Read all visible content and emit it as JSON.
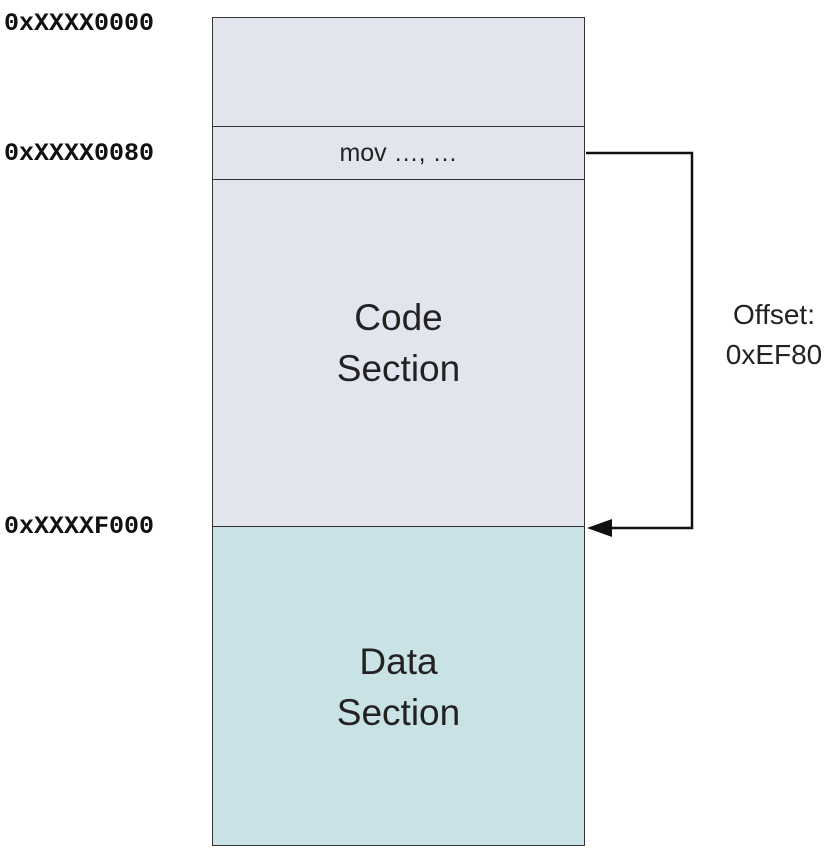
{
  "addresses": {
    "top": "0xXXXX0000",
    "instr": "0xXXXX0080",
    "data_start": "0xXXXXF000"
  },
  "code_section": {
    "instruction": "mov …, …",
    "label_line1": "Code",
    "label_line2": "Section",
    "fill": "#e3e5ee"
  },
  "data_section": {
    "label_line1": "Data",
    "label_line2": "Section",
    "fill": "#c9e2e5"
  },
  "offset": {
    "line1": "Offset:",
    "line2": "0xEF80"
  }
}
